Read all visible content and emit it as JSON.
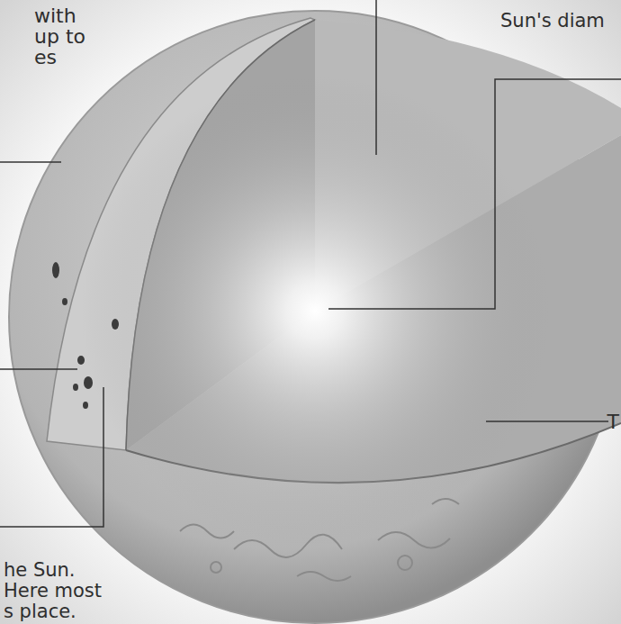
{
  "diagram": {
    "labels": [
      "with up to es",
      "Sun's diam",
      "he Sun. Here most s place.",
      "T"
    ]
  }
}
